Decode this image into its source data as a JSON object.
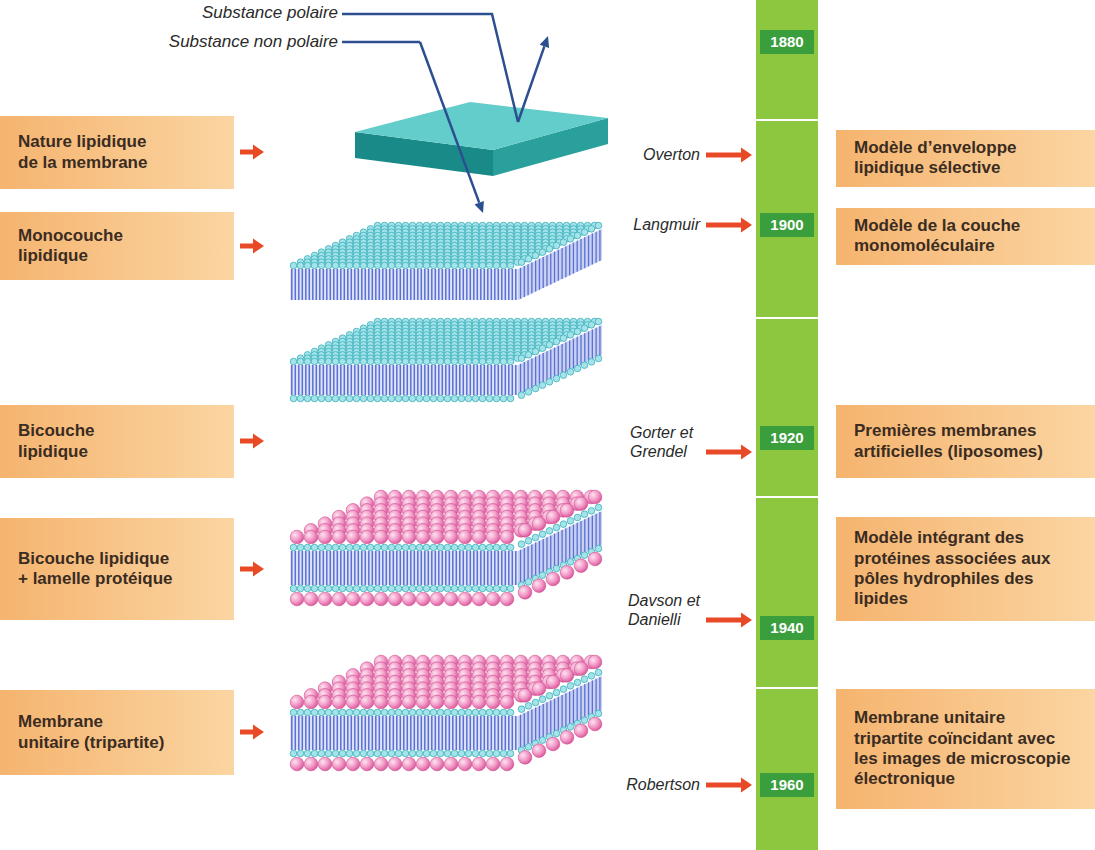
{
  "diagram": {
    "nodes": [
      {
        "text": [
          "Nature lipidique de la membrane"
        ]
      },
      {
        "text": [
          "Monocouche lipidique"
        ]
      },
      {
        "text": [
          "Bicouche lipidique"
        ]
      },
      {
        "text": [
          "Bicouche lipidique + lamelle protéique"
        ]
      },
      {
        "text": [
          "Membrane unitaire (tripartite)"
        ]
      },
      {
        "text": [
          "1880"
        ]
      },
      {
        "text": [
          "1900"
        ]
      },
      {
        "text": [
          "1920"
        ]
      },
      {
        "text": [
          "1940"
        ]
      },
      {
        "text": [
          "1960"
        ]
      },
      {
        "text": [
          "Modèle d’enveloppe lipidique sélective"
        ]
      },
      {
        "text": [
          "Modèle de la couche monomoléculaire"
        ]
      },
      {
        "text": [
          "Premières membranes artificielles (liposomes)"
        ]
      },
      {
        "text": [
          "Modèle intégrant des protéines associées aux pôles hydrophiles des lipides"
        ]
      },
      {
        "text": [
          "Membrane unitaire tripartite coïncidant avec les images de microscopie électronique"
        ]
      }
    ],
    "labels": [
      "Substance polaire",
      "Substance non polaire",
      "Overton",
      "Langmuir",
      "Gorter et Grendel",
      "Davson et Danielli",
      "Robertson"
    ]
  }
}
